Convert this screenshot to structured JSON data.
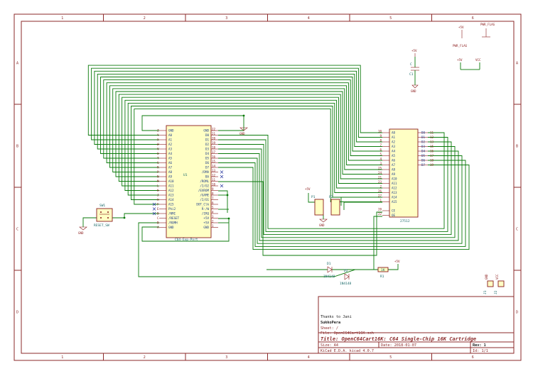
{
  "border": {
    "columns": [
      "1",
      "2",
      "3",
      "4",
      "5",
      "6"
    ],
    "rows": [
      "A",
      "B",
      "C",
      "D"
    ]
  },
  "u1": {
    "ref": "U1",
    "value": "C64-Exp-Port",
    "left_pins": [
      {
        "num": "Z",
        "name": "GND"
      },
      {
        "num": "Y",
        "name": "A0"
      },
      {
        "num": "X",
        "name": "A1"
      },
      {
        "num": "W",
        "name": "A2"
      },
      {
        "num": "V",
        "name": "A3"
      },
      {
        "num": "U",
        "name": "A4"
      },
      {
        "num": "T",
        "name": "A5"
      },
      {
        "num": "S",
        "name": "A6"
      },
      {
        "num": "R",
        "name": "A7"
      },
      {
        "num": "P",
        "name": "A8"
      },
      {
        "num": "N",
        "name": "A9"
      },
      {
        "num": "M",
        "name": "A10"
      },
      {
        "num": "L",
        "name": "A11"
      },
      {
        "num": "K",
        "name": "A12"
      },
      {
        "num": "J",
        "name": "A13"
      },
      {
        "num": "H",
        "name": "A14"
      },
      {
        "num": "F",
        "name": "A15"
      },
      {
        "num": "E",
        "name": "Phi2"
      },
      {
        "num": "D",
        "name": "/NMI"
      },
      {
        "num": "C",
        "name": "/RESET"
      },
      {
        "num": "B",
        "name": "/ROMH"
      },
      {
        "num": "A",
        "name": "GND"
      }
    ],
    "right_pins": [
      {
        "num": "22",
        "name": "GND"
      },
      {
        "num": "21",
        "name": "D0"
      },
      {
        "num": "20",
        "name": "D1"
      },
      {
        "num": "19",
        "name": "D2"
      },
      {
        "num": "18",
        "name": "D3"
      },
      {
        "num": "17",
        "name": "D4"
      },
      {
        "num": "16",
        "name": "D5"
      },
      {
        "num": "15",
        "name": "D6"
      },
      {
        "num": "14",
        "name": "D7"
      },
      {
        "num": "13",
        "name": "/DMA"
      },
      {
        "num": "12",
        "name": "BA"
      },
      {
        "num": "11",
        "name": "/ROML"
      },
      {
        "num": "10",
        "name": "/I/O2"
      },
      {
        "num": "9",
        "name": "/EXROM"
      },
      {
        "num": "8",
        "name": "/GAME"
      },
      {
        "num": "7",
        "name": "/I/O1"
      },
      {
        "num": "6",
        "name": "DOT_Clk"
      },
      {
        "num": "5",
        "name": "R-/W"
      },
      {
        "num": "4",
        "name": "/IRQ"
      },
      {
        "num": "3",
        "name": "+5V"
      },
      {
        "num": "2",
        "name": "+5V"
      },
      {
        "num": "1",
        "name": "GND"
      }
    ]
  },
  "u2": {
    "ref": "U2",
    "value": "27512",
    "left_pins": [
      {
        "num": "10",
        "name": "A0"
      },
      {
        "num": "9",
        "name": "A1"
      },
      {
        "num": "8",
        "name": "A2"
      },
      {
        "num": "7",
        "name": "A3"
      },
      {
        "num": "6",
        "name": "A4"
      },
      {
        "num": "5",
        "name": "A5"
      },
      {
        "num": "4",
        "name": "A6"
      },
      {
        "num": "3",
        "name": "A7"
      },
      {
        "num": "25",
        "name": "A8"
      },
      {
        "num": "24",
        "name": "A9"
      },
      {
        "num": "21",
        "name": "A10"
      },
      {
        "num": "23",
        "name": "A11"
      },
      {
        "num": "2",
        "name": "A12"
      },
      {
        "num": "26",
        "name": "A13"
      },
      {
        "num": "27",
        "name": "A14"
      },
      {
        "num": "1",
        "name": "A15"
      },
      {
        "num": "20",
        "name": "CE"
      },
      {
        "num": "22",
        "name": "OE"
      }
    ],
    "right_pins": [
      {
        "num": "11",
        "name": "D0"
      },
      {
        "num": "12",
        "name": "D1"
      },
      {
        "num": "13",
        "name": "D2"
      },
      {
        "num": "15",
        "name": "D3"
      },
      {
        "num": "16",
        "name": "D4"
      },
      {
        "num": "17",
        "name": "D5"
      },
      {
        "num": "18",
        "name": "D6"
      },
      {
        "num": "19",
        "name": "D7"
      }
    ]
  },
  "parts": {
    "c1_ref": "C1",
    "c1_val": "C",
    "sw1_ref": "SW1",
    "sw1_val": "RESET_SW",
    "d1_ref": "D1",
    "d1_val": "1N4148",
    "d2_ref": "D2",
    "d2_val": "1N4148",
    "r1_ref": "R1",
    "r1_val": "1K",
    "p1_ref": "P1",
    "p2_ref": "P2",
    "j_ref1": "J1",
    "j_ref2": "J2",
    "pin_1": "1",
    "pin_2": "2",
    "pin_3": "3",
    "pin_4": "4",
    "pin_10": "1",
    "p_gnd": "GND",
    "p_vcc": "VCC"
  },
  "power": {
    "v5": "+5V",
    "gnd": "GND",
    "vcc": "VCC",
    "pwr_flag": "PWR_FLAG"
  },
  "title_block": {
    "comment1": "Thanks to Jani",
    "comment2": "SukkoPera",
    "sheet": "Sheet: /",
    "file": "File: OpenC64Cart16K.sch",
    "title": "Title: OpenC64Cart16K: C64 Single-Chip 16K Cartridge",
    "size": "Size: A4",
    "date": "Date: 2018-01-07",
    "rev": "Rev: 1",
    "kicad": "KiCad E.D.A.  kicad 4.0.7",
    "id": "Id: 1/1"
  }
}
